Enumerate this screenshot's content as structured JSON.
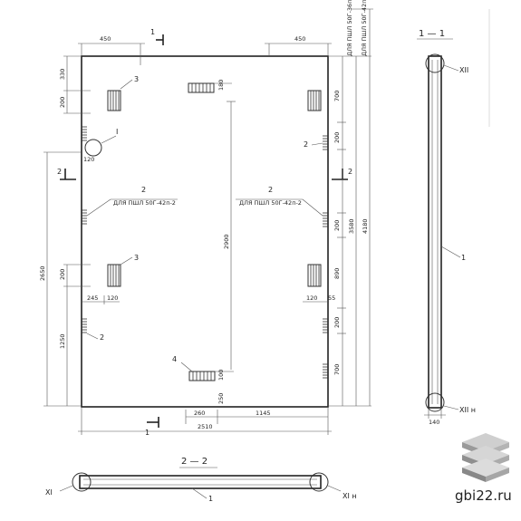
{
  "plan": {
    "top_left_width": "450",
    "top_right_width": "450",
    "left_330": "330",
    "left_200_top": "200",
    "left_2650": "2650",
    "left_200_mid": "200",
    "left_1250": "1250",
    "dim_245": "245",
    "dim_120_left": "120",
    "dim_120_node": "120",
    "right_700_top": "700",
    "right_200_a": "200",
    "right_3580": "3580",
    "right_4180": "4180",
    "right_200_b": "200",
    "right_890": "890",
    "right_200_c": "200",
    "right_700_bot": "700",
    "dim_55": "55",
    "dim_120_right": "120",
    "center_2900": "2900",
    "center_180": "180",
    "center_100": "100",
    "center_250": "250",
    "bottom_260": "260",
    "bottom_1145": "1145",
    "bottom_2510": "2510",
    "side_note_1": "ДЛЯ ПШЛ 50Г-36п-2",
    "side_note_2": "ДЛЯ ПШЛ 50Г-42п-2",
    "label_2_left": "2",
    "label_2_left_note": "ДЛЯ ПШЛ 50Г-42п-2",
    "label_2_right": "2",
    "label_2_right_note": "ДЛЯ ПШЛ 50Г-42п-2",
    "label_3_top": "3",
    "label_3_bot": "3",
    "label_2_top_right": "2",
    "label_2_bot_left": "2",
    "label_4": "4",
    "node_I": "I",
    "cut_1_top": "1",
    "cut_1_bot": "1",
    "cut_2_left": "2",
    "cut_2_right": "2"
  },
  "section_1_1": {
    "title": "1 — 1",
    "node_top": "XII",
    "node_bottom": "XII н",
    "part": "1",
    "width": "140"
  },
  "section_2_2": {
    "title": "2 — 2",
    "node_left": "XI",
    "node_right": "XI н",
    "part": "1"
  },
  "watermark": {
    "site": "gbi22.ru"
  }
}
